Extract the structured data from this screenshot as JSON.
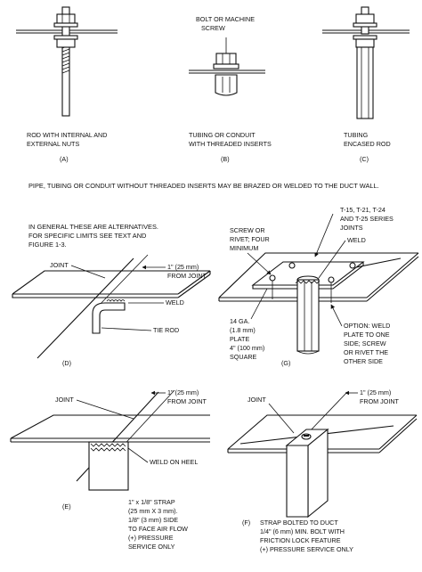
{
  "figure_a": {
    "caption_line1": "ROD WITH INTERNAL AND",
    "caption_line2": "EXTERNAL NUTS",
    "letter": "(A)"
  },
  "figure_b": {
    "label_line1": "BOLT OR MACHINE",
    "label_line2": "SCREW",
    "caption_line1": "TUBING OR CONDUIT",
    "caption_line2": "WITH THREADED INSERTS",
    "letter": "(B)"
  },
  "figure_c": {
    "caption_line1": "TUBING",
    "caption_line2": "ENCASED ROD",
    "letter": "(C)"
  },
  "main_note": "PIPE, TUBING OR CONDUIT WITHOUT THREADED INSERTS MAY BE BRAZED OR WELDED TO THE DUCT WALL.",
  "general_note": {
    "line1": "IN GENERAL THESE ARE ALTERNATIVES.",
    "line2": "FOR SPECIFIC LIMITS SEE TEXT AND",
    "line3": "FIGURE 1-3."
  },
  "figure_d": {
    "joint": "JOINT",
    "dim_line1": "1\" (25 mm)",
    "dim_line2": "FROM JOINT",
    "weld": "WELD",
    "tie_rod": "TIE ROD",
    "letter": "(D)"
  },
  "figure_g": {
    "screw_line1": "SCREW OR",
    "screw_line2": "RIVET; FOUR",
    "screw_line3": "MINIMUM",
    "series_line1": "T-15, T-21, T-24",
    "series_line2": "AND T-25 SERIES",
    "series_line3": "JOINTS",
    "weld": "WELD",
    "plate_line1": "14 GA.",
    "plate_line2": "(1.8 mm)",
    "plate_line3": "PLATE",
    "plate_line4": "4\" (100 mm)",
    "plate_line5": "SQUARE",
    "option_line1": "OPTION: WELD",
    "option_line2": "PLATE TO ONE",
    "option_line3": "SIDE; SCREW",
    "option_line4": "OR RIVET THE",
    "option_line5": "OTHER SIDE",
    "letter": "(G)"
  },
  "figure_e": {
    "joint": "JOINT",
    "dim_line1": "1\" (25 mm)",
    "dim_line2": "FROM JOINT",
    "weld": "WELD ON HEEL",
    "strap_line1": "1\" x 1/8\" STRAP",
    "strap_line2": "(25 mm X 3 mm).",
    "strap_line3": "1/8\" (3 mm) SIDE",
    "strap_line4": "TO FACE AIR FLOW",
    "strap_line5": "(+) PRESSURE",
    "strap_line6": "SERVICE ONLY",
    "letter": "(E)"
  },
  "figure_f": {
    "joint": "JOINT",
    "dim_line1": "1\" (25 mm)",
    "dim_line2": "FROM JOINT",
    "strap_line1": "STRAP BOLTED TO DUCT",
    "strap_line2": "1/4\" (6 mm) MIN. BOLT WITH",
    "strap_line3": "FRICTION LOCK FEATURE",
    "strap_line4": "(+) PRESSURE SERVICE ONLY",
    "letter": "(F)"
  }
}
